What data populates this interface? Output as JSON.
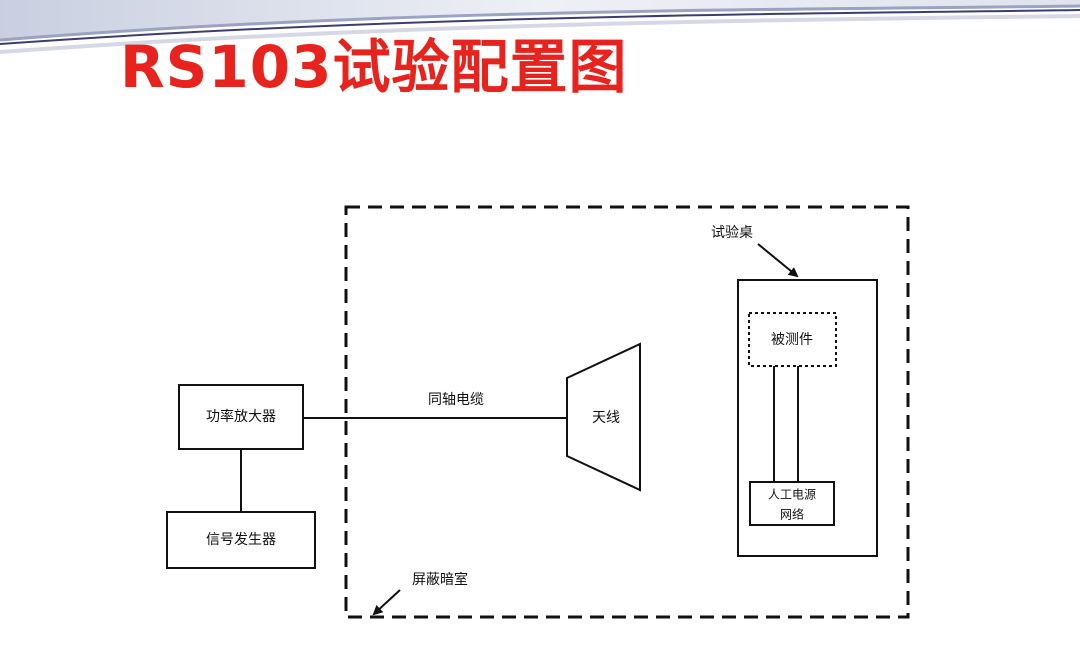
{
  "title": "RS103试验配置图",
  "diagram": {
    "power_amplifier": "功率放大器",
    "signal_generator": "信号发生器",
    "coax_cable": "同轴电缆",
    "antenna": "天线",
    "test_table": "试验桌",
    "eut": "被测件",
    "lisn_line1": "人工电源",
    "lisn_line2": "网络",
    "shielded_room": "屏蔽暗室"
  }
}
